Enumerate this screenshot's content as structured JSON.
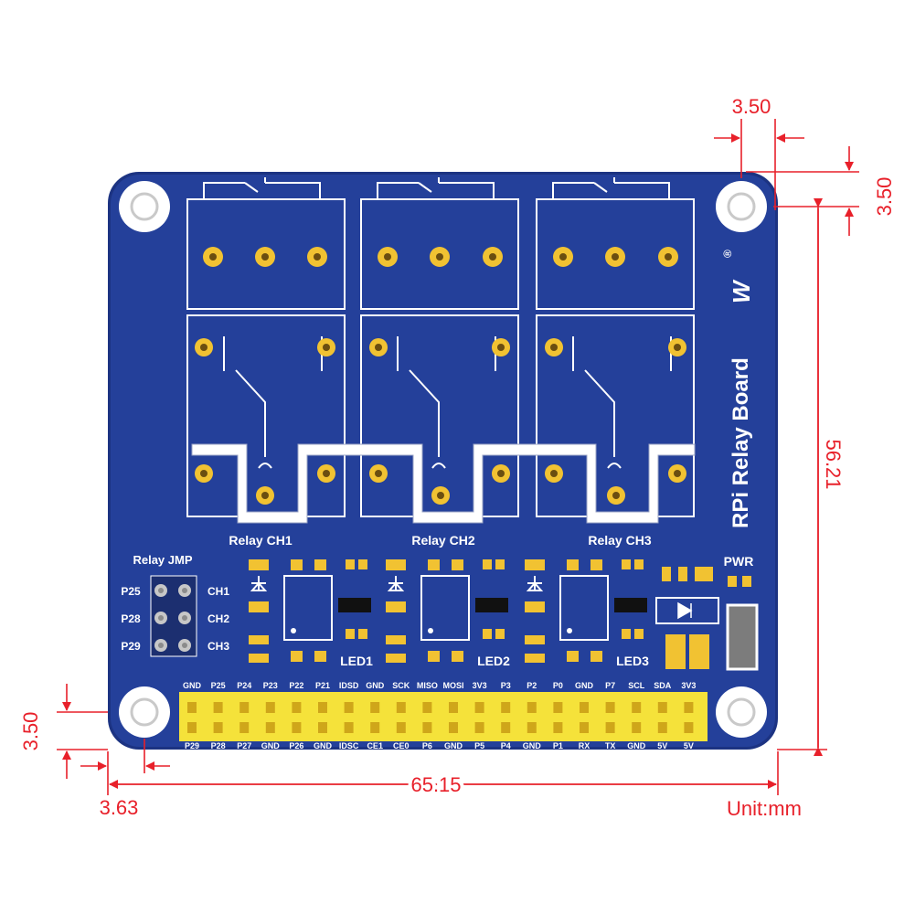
{
  "board_title": "RPi Relay Board",
  "brand_mark": "W",
  "registered_mark": "®",
  "relay_labels": [
    "Relay CH1",
    "Relay CH2",
    "Relay CH3"
  ],
  "led_labels": [
    "LED1",
    "LED2",
    "LED3"
  ],
  "pwr_label": "PWR",
  "jumper": {
    "title": "Relay JMP",
    "left": [
      "P25",
      "P28",
      "P29"
    ],
    "right": [
      "CH1",
      "CH2",
      "CH3"
    ]
  },
  "header_top": [
    "GND",
    "P25",
    "P24",
    "P23",
    "P22",
    "P21",
    "IDSD",
    "GND",
    "SCK",
    "MISO",
    "MOSI",
    "3V3",
    "P3",
    "P2",
    "P0",
    "GND",
    "P7",
    "SCL",
    "SDA",
    "3V3"
  ],
  "header_bottom": [
    "P29",
    "P28",
    "P27",
    "GND",
    "P26",
    "GND",
    "IDSC",
    "CE1",
    "CE0",
    "P6",
    "GND",
    "P5",
    "P4",
    "GND",
    "P1",
    "RX",
    "TX",
    "GND",
    "5V",
    "5V"
  ],
  "dimensions": {
    "top_offset_x": "3.50",
    "top_offset_y": "3.50",
    "height": "56.21",
    "left_offset_y": "3.50",
    "left_offset_x": "3.63",
    "width": "65.15",
    "unit": "Unit:mm"
  },
  "colors": {
    "board": "#24409a",
    "board_edge": "#1c3382",
    "dimension": "#e8202a",
    "pad": "#f1c232",
    "header": "#f5e23a"
  }
}
